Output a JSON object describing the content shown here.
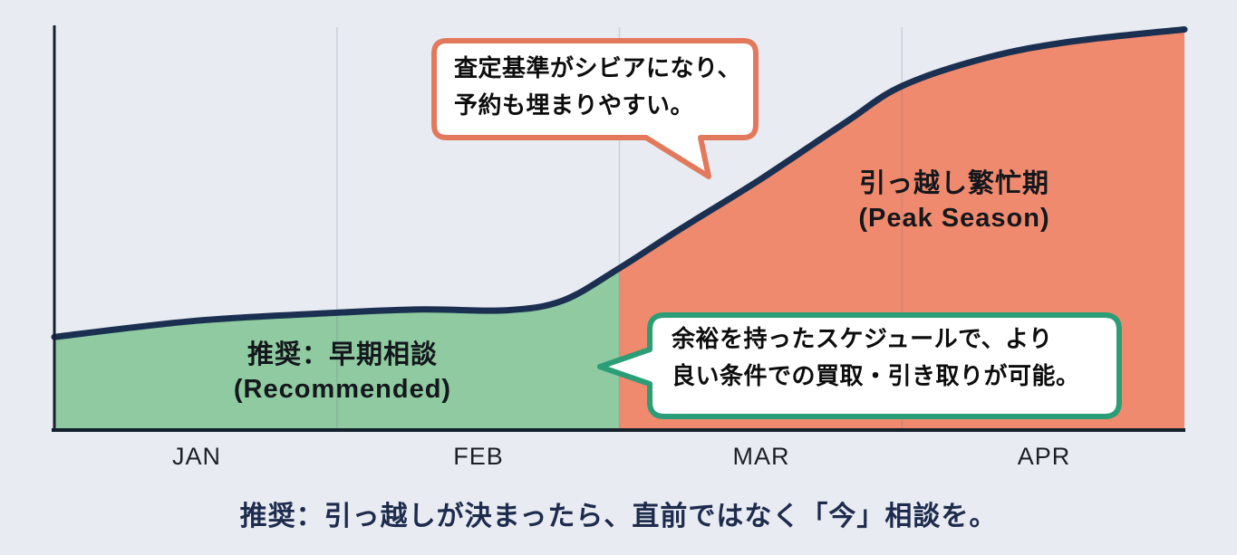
{
  "page": {
    "background": "#e9ebf2"
  },
  "axis": {
    "months": [
      "JAN",
      "FEB",
      "MAR",
      "APR"
    ],
    "color": "#15202e",
    "gridline_color": "#6b7689"
  },
  "zone_labels": {
    "early": {
      "jp": "推奨：早期相談",
      "en": "(Recommended)"
    },
    "peak": {
      "jp": "引っ越し繁忙期",
      "en": "(Peak Season)"
    }
  },
  "callouts": {
    "peak": {
      "line1": "査定基準がシビアになり、",
      "line2": "予約も埋まりやすい。",
      "border_color": "#e2795c",
      "fill": "#ffffff"
    },
    "early": {
      "line1": "余裕を持ったスケジュールで、より",
      "line2": "良い条件での買取・引き取りが可能。",
      "border_color": "#2b9d77",
      "fill": "#ffffff"
    }
  },
  "caption": {
    "text": "推奨：引っ越しが決まったら、直前ではなく「今」相談を。",
    "color": "#1d2b4d"
  },
  "chart_data": {
    "type": "area",
    "title": "",
    "xlabel": "",
    "ylabel": "",
    "x_categories": [
      "JAN",
      "FEB",
      "MAR",
      "APR"
    ],
    "x_range_months": [
      0,
      4
    ],
    "y_range": [
      0,
      100
    ],
    "grid": "vertical month boundaries",
    "legend": "none",
    "series": [
      {
        "name": "moving-demand-level",
        "color": "#1b3050",
        "points": [
          {
            "x": 0.0,
            "y": 23.0
          },
          {
            "x": 0.5,
            "y": 27.0
          },
          {
            "x": 1.0,
            "y": 29.0
          },
          {
            "x": 1.3,
            "y": 29.8
          },
          {
            "x": 1.6,
            "y": 29.6
          },
          {
            "x": 1.8,
            "y": 32.0
          },
          {
            "x": 2.0,
            "y": 40.0
          },
          {
            "x": 2.2,
            "y": 49.0
          },
          {
            "x": 2.5,
            "y": 62.0
          },
          {
            "x": 2.8,
            "y": 76.0
          },
          {
            "x": 3.0,
            "y": 85.0
          },
          {
            "x": 3.3,
            "y": 92.0
          },
          {
            "x": 3.6,
            "y": 96.0
          },
          {
            "x": 4.0,
            "y": 99.0
          }
        ]
      }
    ],
    "zones": [
      {
        "name": "early-consultation",
        "x_start": 0,
        "x_end": 2,
        "fill": "#8fcaa1",
        "label": "推奨：早期相談 (Recommended)"
      },
      {
        "name": "peak-season",
        "x_start": 2,
        "x_end": 4,
        "fill": "#f08a6e",
        "label": "引っ越し繁忙期 (Peak Season)"
      }
    ],
    "annotations": [
      {
        "text": "査定基準がシビアになり、予約も埋まりやすい。",
        "target_x": 2.3,
        "style": "speech-bubble salmon border, tail pointing to curve"
      },
      {
        "text": "余裕を持ったスケジュールで、より良い条件での買取・引き取りが可能。",
        "target_x": 1.93,
        "style": "speech-bubble green border, tail pointing left to early zone"
      },
      {
        "text": "推奨：引っ越しが決まったら、直前ではなく「今」相談を。",
        "position": "bottom-caption"
      }
    ]
  }
}
